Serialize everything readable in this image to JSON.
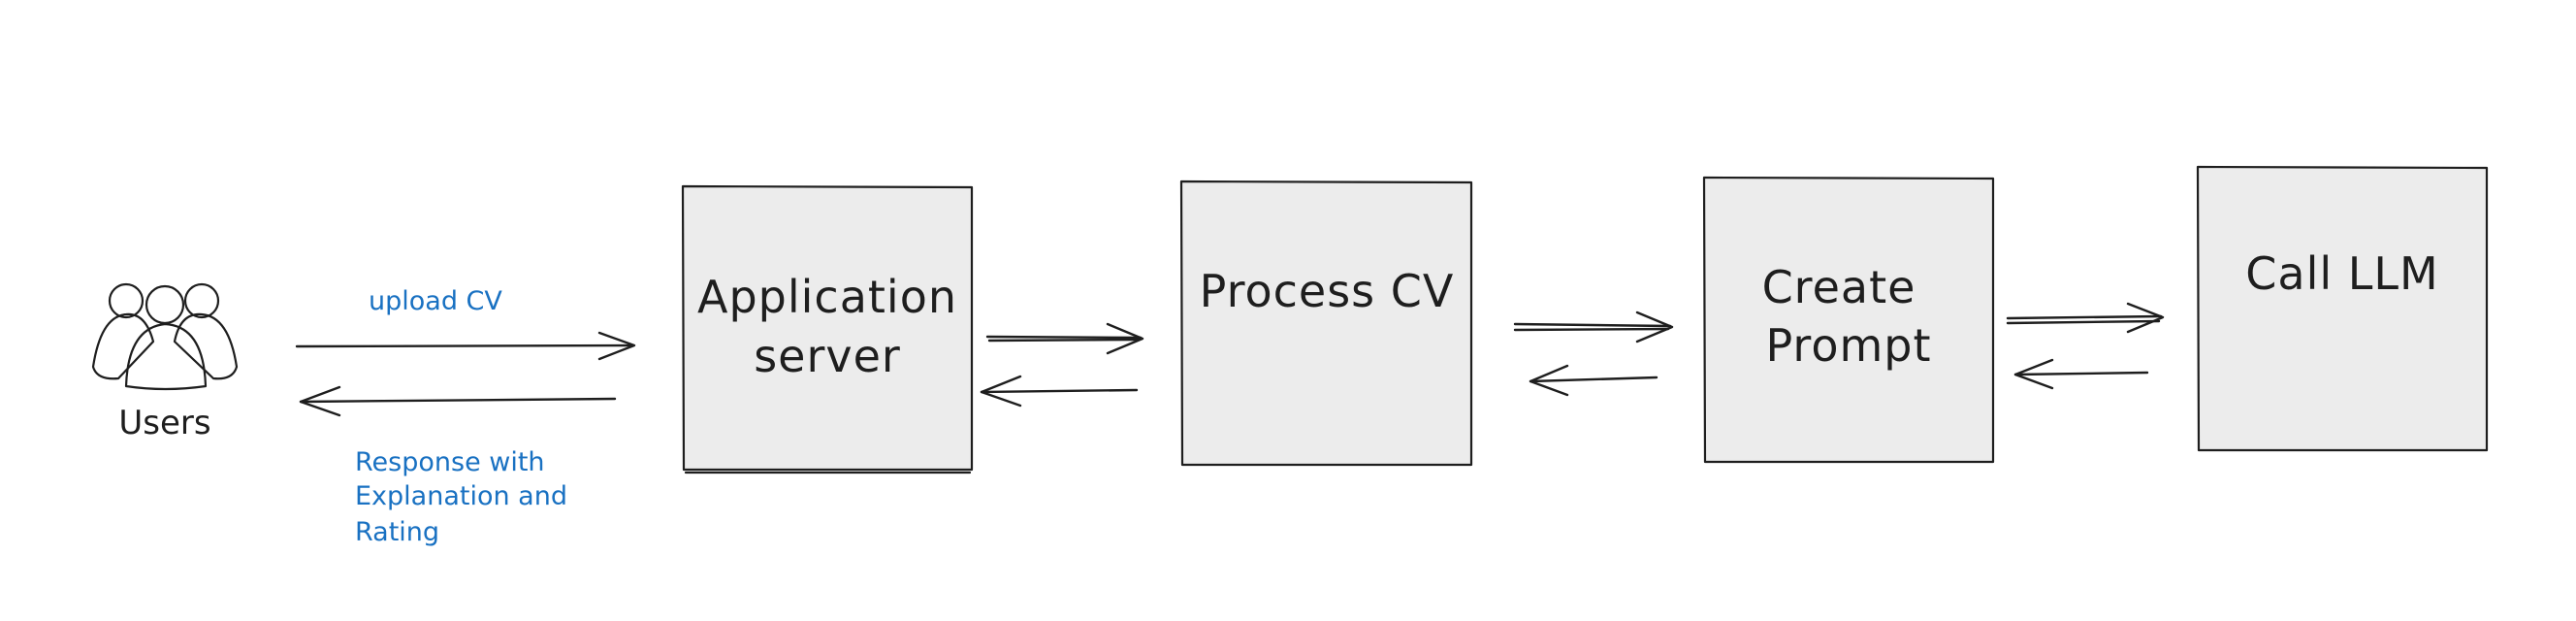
{
  "diagram": {
    "users": {
      "label": "Users",
      "icon": "users-group-icon"
    },
    "nodes": [
      {
        "id": "app_server",
        "lines": [
          "Application",
          "server"
        ]
      },
      {
        "id": "process_cv",
        "lines": [
          "Process CV"
        ]
      },
      {
        "id": "create_prompt",
        "lines": [
          "Create",
          "Prompt"
        ]
      },
      {
        "id": "call_llm",
        "lines": [
          "Call LLM"
        ]
      }
    ],
    "edges": [
      {
        "from": "users",
        "to": "app_server",
        "label": "upload CV"
      },
      {
        "from": "app_server",
        "to": "users",
        "label_lines": [
          "Response with",
          "Explanation and",
          "Rating"
        ]
      },
      {
        "from": "app_server",
        "to": "process_cv"
      },
      {
        "from": "process_cv",
        "to": "app_server"
      },
      {
        "from": "process_cv",
        "to": "create_prompt"
      },
      {
        "from": "create_prompt",
        "to": "process_cv"
      },
      {
        "from": "create_prompt",
        "to": "call_llm"
      },
      {
        "from": "call_llm",
        "to": "create_prompt"
      }
    ],
    "colors": {
      "stroke": "#1e1e1e",
      "box_fill": "#ececec",
      "annotation": "#1971c2",
      "person_fill": "#d8d8d8"
    }
  }
}
